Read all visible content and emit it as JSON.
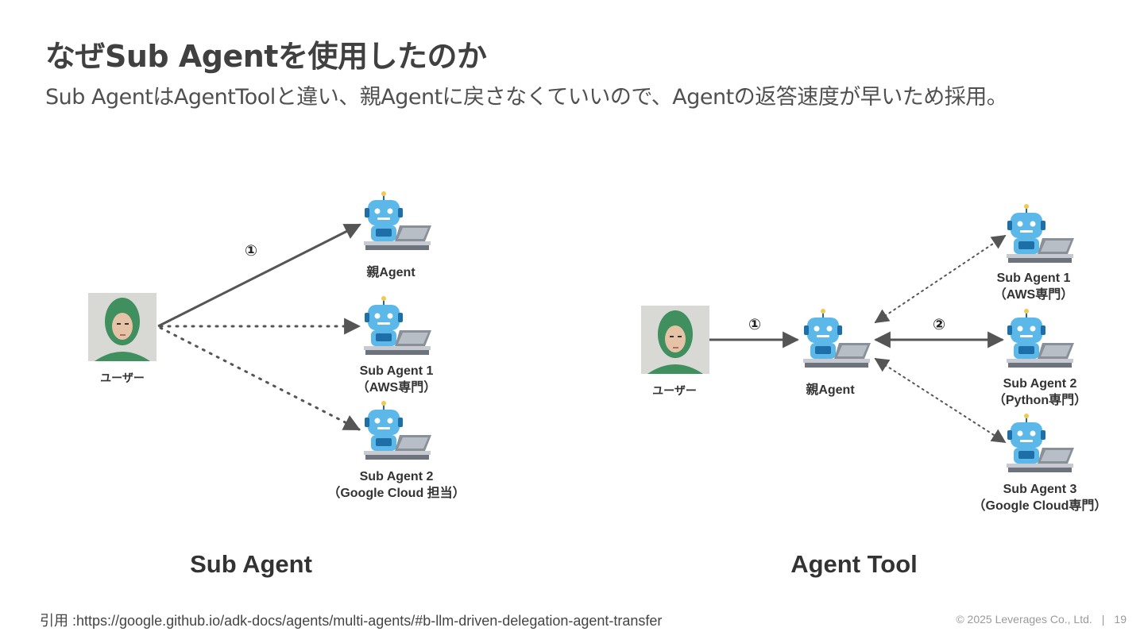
{
  "title": "なぜSub Agentを使用したのか",
  "subtitle": "Sub AgentはAgentToolと違い、親Agentに戻さなくていいので、Agentの返答速度が早いため採用。",
  "sub_agent_diagram": {
    "user_label": "ユーザー",
    "step": "①",
    "parent": "親Agent",
    "agent1_name": "Sub Agent 1",
    "agent1_role": "（AWS専門）",
    "agent2_name": "Sub Agent 2",
    "agent2_role": "（Google Cloud 担当）",
    "section_title": "Sub Agent"
  },
  "agent_tool_diagram": {
    "user_label": "ユーザー",
    "step1": "①",
    "step2": "②",
    "parent": "親Agent",
    "agent1_name": "Sub Agent 1",
    "agent1_role": "（AWS専門）",
    "agent2_name": "Sub Agent 2",
    "agent2_role": "（Python専門）",
    "agent3_name": "Sub Agent 3",
    "agent3_role": "（Google Cloud専門）",
    "section_title": "Agent Tool"
  },
  "citation": "引用 :https://google.github.io/adk-docs/agents/multi-agents/#b-llm-driven-delegation-agent-transfer",
  "footer": {
    "copyright": "©  2025 Leverages Co., Ltd.",
    "page": "19"
  },
  "colors": {
    "robot_body": "#5bb8e8",
    "robot_dark": "#1e6fa8",
    "arrow": "#555555",
    "user_suit": "#3f8f5f"
  }
}
